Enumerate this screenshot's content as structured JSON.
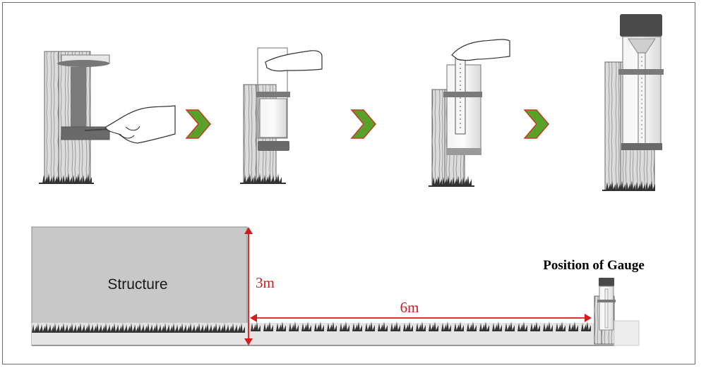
{
  "labels": {
    "structure": "Structure",
    "height": "3m",
    "distance": "6m",
    "gauge_position": "Position of Gauge"
  },
  "colors": {
    "arrow_fill": "#5aa12a",
    "arrow_stroke": "#c23b22",
    "dimension": "#d41a1a",
    "structure_fill": "#c8c8c8"
  },
  "icons": [
    "chevron-right-icon",
    "chevron-right-icon",
    "chevron-right-icon"
  ]
}
